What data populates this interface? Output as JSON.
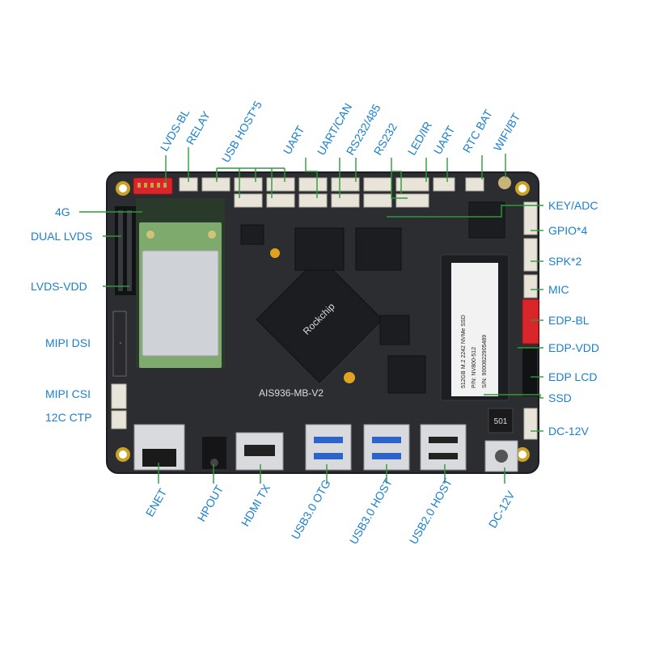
{
  "board": {
    "silkscreen": "AIS936-MB-V2",
    "chip_brand": "Rockchip",
    "ssd_line1": "512GB M.2 2242 NVMe SSD",
    "ssd_line2": "P/N: NV800-512",
    "ssd_line3": "S/N: 9000822905489",
    "inductor_mark": "501"
  },
  "labels": {
    "lvds_bl": "LVDS-BL",
    "relay": "RELAY",
    "usb_host5": "USB HOST*5",
    "uart1": "UART",
    "uart_can": "UART/CAN",
    "rs232_485": "RS232/485",
    "rs232": "RS232",
    "led_ir": "LED/IR",
    "uart2": "UART",
    "rtc_bat": "RTC BAT",
    "wifi_bt": "WIFI/BT",
    "lte_4g": "4G",
    "dual_lvds": "DUAL LVDS",
    "lvds_vdd": "LVDS-VDD",
    "mipi_dsi": "MIPI DSI",
    "mipi_csi": "MIPI CSI",
    "ctp": "12C CTP",
    "key_adc": "KEY/ADC",
    "gpio4": "GPIO*4",
    "spk2": "SPK*2",
    "mic": "MIC",
    "edp_bl": "EDP-BL",
    "edp_vdd": "EDP-VDD",
    "edp_lcd": "EDP LCD",
    "ssd": "SSD",
    "dc12v_right": "DC-12V",
    "enet": "ENET",
    "hpout": "HPOUT",
    "hdmi_tx": "HDMI TX",
    "usb30_otg": "USB3.0 OTG",
    "usb30_host": "USB3.0 HOST",
    "usb20_host": "USB2.0 HOST",
    "dc12v_bottom": "DC-12V"
  },
  "colors": {
    "label": "#1a7fd0",
    "leader": "#2e9a3a",
    "pcb": "#2b2d31"
  }
}
